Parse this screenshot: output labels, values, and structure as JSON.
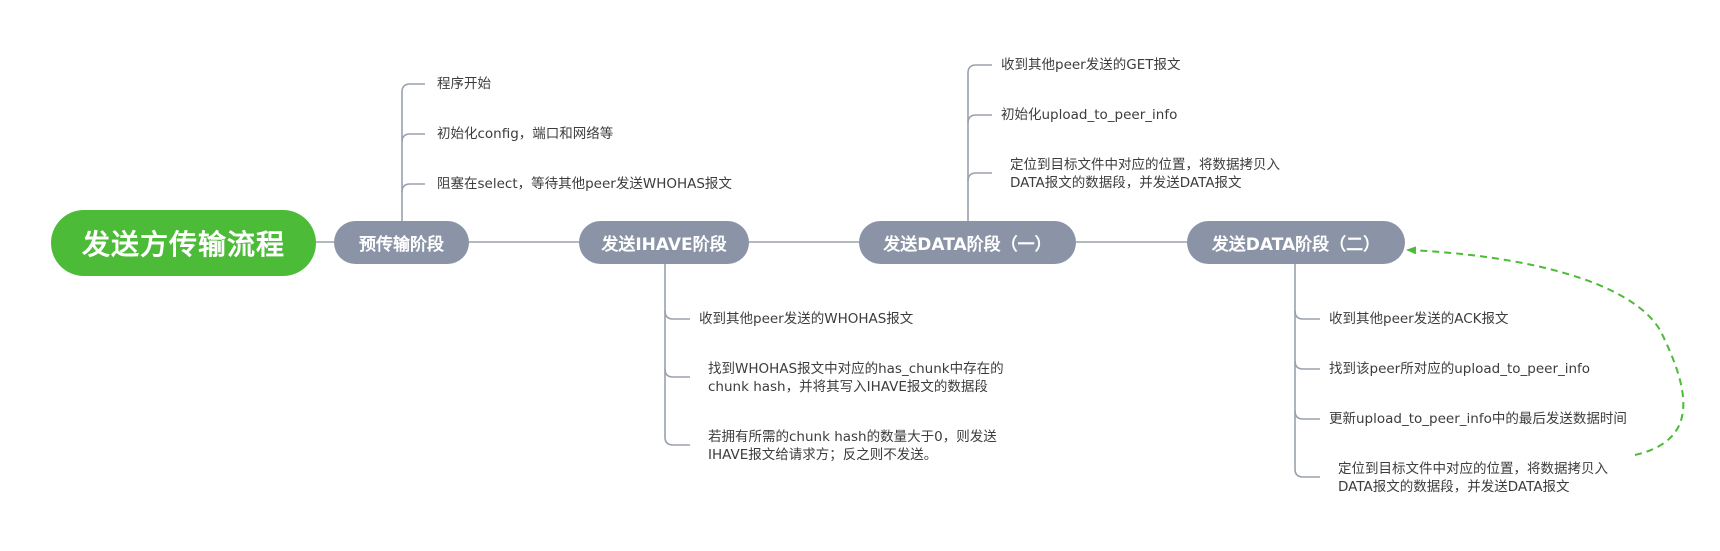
{
  "diagram": {
    "root": "发送方传输流程",
    "colors": {
      "root": "#4cbb37",
      "stage": "#8a94a6",
      "connector": "#9aa1ad",
      "loop_arrow": "#4cbb37"
    },
    "stages": [
      {
        "label": "预传输阶段",
        "items": [
          {
            "lines": [
              "程序开始"
            ]
          },
          {
            "lines": [
              "初始化config，端口和网络等"
            ]
          },
          {
            "lines": [
              "阻塞在select，等待其他peer发送WHOHAS报文"
            ]
          }
        ]
      },
      {
        "label": "发送IHAVE阶段",
        "items": [
          {
            "lines": [
              "收到其他peer发送的WHOHAS报文"
            ]
          },
          {
            "lines": [
              "找到WHOHAS报文中对应的has_chunk中存在的",
              "chunk hash，并将其写入IHAVE报文的数据段"
            ]
          },
          {
            "lines": [
              "若拥有所需的chunk hash的数量大于0，则发送",
              "IHAVE报文给请求方；反之则不发送。"
            ]
          }
        ]
      },
      {
        "label": "发送DATA阶段（一）",
        "items": [
          {
            "lines": [
              "收到其他peer发送的GET报文"
            ]
          },
          {
            "lines": [
              "初始化upload_to_peer_info"
            ]
          },
          {
            "lines": [
              "定位到目标文件中对应的位置，将数据拷贝入",
              "DATA报文的数据段，并发送DATA报文"
            ]
          }
        ]
      },
      {
        "label": "发送DATA阶段（二）",
        "items": [
          {
            "lines": [
              "收到其他peer发送的ACK报文"
            ]
          },
          {
            "lines": [
              "找到该peer所对应的upload_to_peer_info"
            ]
          },
          {
            "lines": [
              "更新upload_to_peer_info中的最后发送数据时间"
            ]
          },
          {
            "lines": [
              "定位到目标文件中对应的位置，将数据拷贝入",
              "DATA报文的数据段，并发送DATA报文"
            ]
          }
        ]
      }
    ]
  }
}
